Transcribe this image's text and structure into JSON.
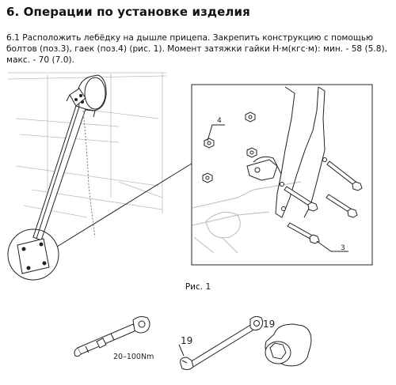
{
  "section": {
    "title": "6. Операции по установке изделия",
    "paragraph": "6.1 Расположить лебёдку на дышле прицепа. Закрепить конструкцию с помощью болтов (поз.3), гаек (поз.4) (рис. 1). Момент затяжки гайки Н·м(кгс·м): мин. - 58 (5.8), макс. - 70 (7.0)."
  },
  "figure": {
    "caption": "Рис. 1",
    "callouts": {
      "nut": "4",
      "bolt": "3"
    }
  },
  "tools": {
    "torque_wrench_label": "20–100Nm",
    "wrench_size_left": "19",
    "wrench_size_right": "19"
  }
}
